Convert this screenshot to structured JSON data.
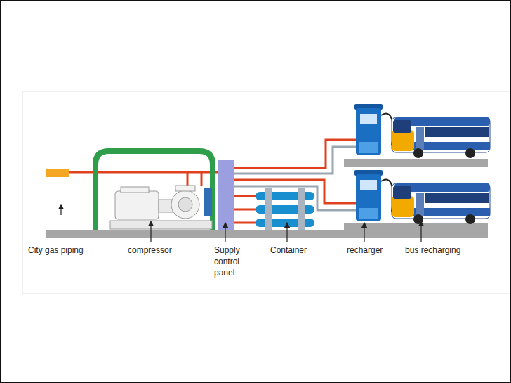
{
  "diagram": {
    "labels": [
      "City gas piping",
      "compressor",
      "Supply control panel",
      "Container",
      "recharger",
      "bus recharging"
    ]
  }
}
